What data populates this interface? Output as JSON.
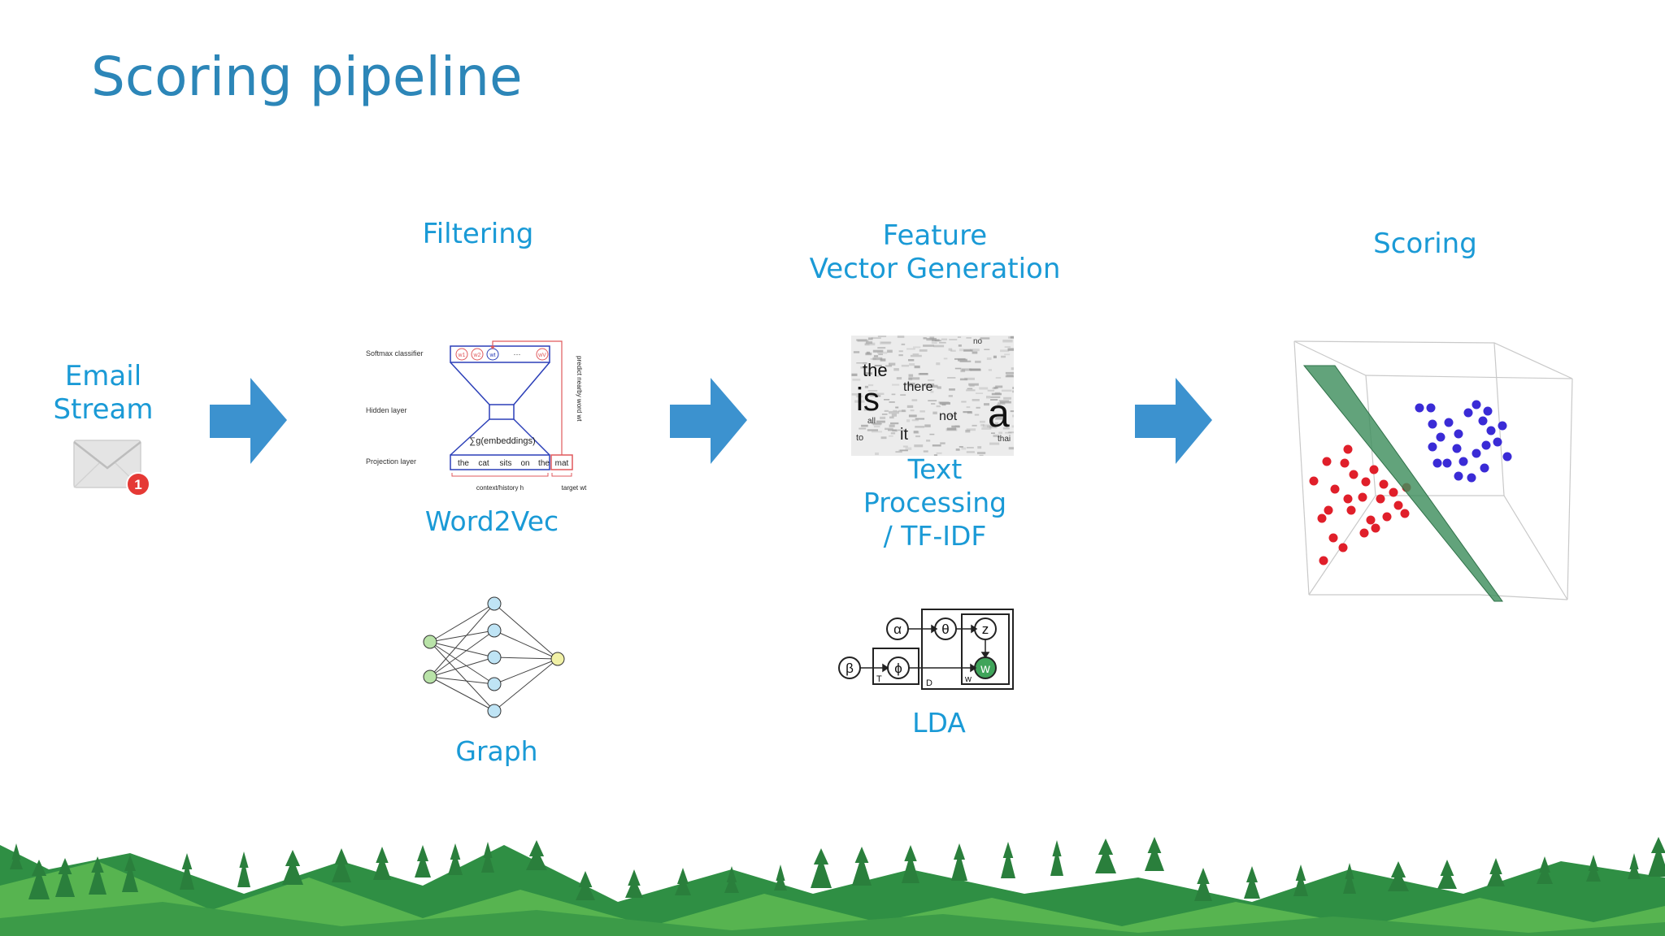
{
  "slide": {
    "title": "Scoring pipeline"
  },
  "email": {
    "label_line1": "Email",
    "label_line2": "Stream",
    "badge": "1"
  },
  "filtering": {
    "header": "Filtering",
    "word2vec": {
      "label": "Word2Vec",
      "layers": [
        "Softmax classifier",
        "Hidden layer",
        "Projection layer"
      ],
      "outputs": [
        "w1",
        "w2",
        "wt",
        "wV"
      ],
      "ellipsis": "···",
      "sum": "∑g(embeddings)",
      "words": [
        "the",
        "cat",
        "sits",
        "on",
        "the"
      ],
      "target_word": "mat",
      "context_label": "context/history h",
      "target_label": "target wt",
      "side_label": "predict nearby word wt"
    },
    "graph": {
      "label": "Graph"
    }
  },
  "feature": {
    "header_line1": "Feature",
    "header_line2": "Vector Generation",
    "text_processing": {
      "label_line1": "Text",
      "label_line2": "Processing",
      "label_line3": "/ TF-IDF",
      "cloud_words": [
        "the",
        "is",
        "there",
        "not",
        "a",
        "it",
        "to",
        "all",
        "thai",
        "no"
      ]
    },
    "lda": {
      "label": "LDA",
      "nodes": {
        "alpha": "α",
        "theta": "θ",
        "z": "z",
        "w": "w",
        "beta": "β",
        "phi": "ϕ"
      },
      "plates": {
        "t": "T",
        "d": "D",
        "w": "w"
      }
    }
  },
  "scoring": {
    "header": "Scoring"
  },
  "colors": {
    "title": "#2c86b8",
    "label": "#1a9ad6",
    "arrow": "#3c92cf",
    "red_points": "#e01f2a",
    "blue_points": "#3a2bd6",
    "plane": "#3f8f5e",
    "trees_dark": "#2f8f44",
    "trees_light": "#57b450"
  }
}
